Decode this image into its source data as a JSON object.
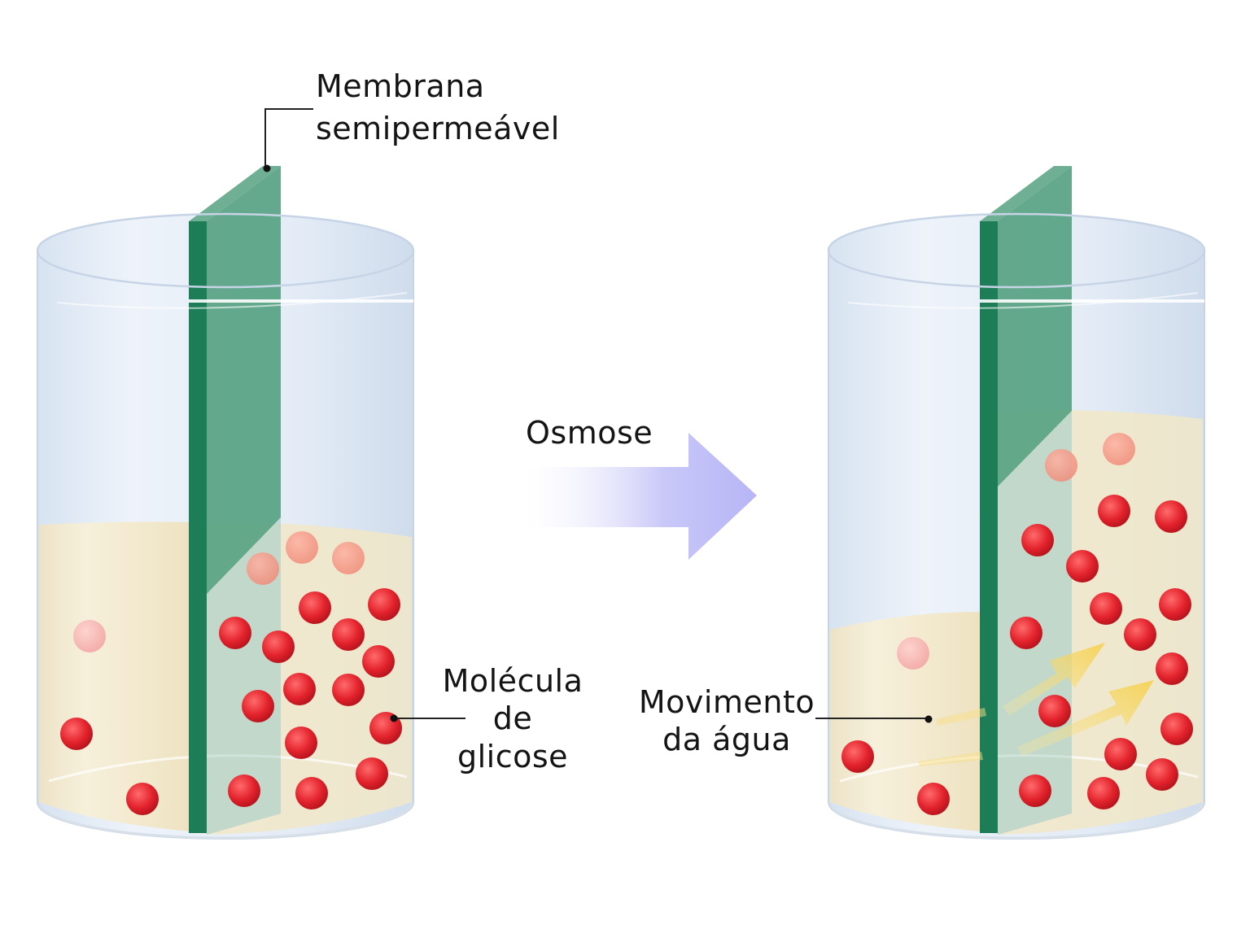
{
  "labels": {
    "membrane": [
      "Membrana",
      "semipermeável"
    ],
    "process": "Osmose",
    "glucose": [
      "Molécula",
      "de",
      "glicose"
    ],
    "water_movement": [
      "Movimento",
      "da água"
    ]
  },
  "colors": {
    "membrane_front": "#4f9f7f",
    "membrane_side": "#1c7d57",
    "molecule": "#e32530",
    "solution": "#f3e7c6",
    "glass": "#dde8f4",
    "arrow": "#bdbcf7",
    "water_arrow": "#f7d45c"
  }
}
